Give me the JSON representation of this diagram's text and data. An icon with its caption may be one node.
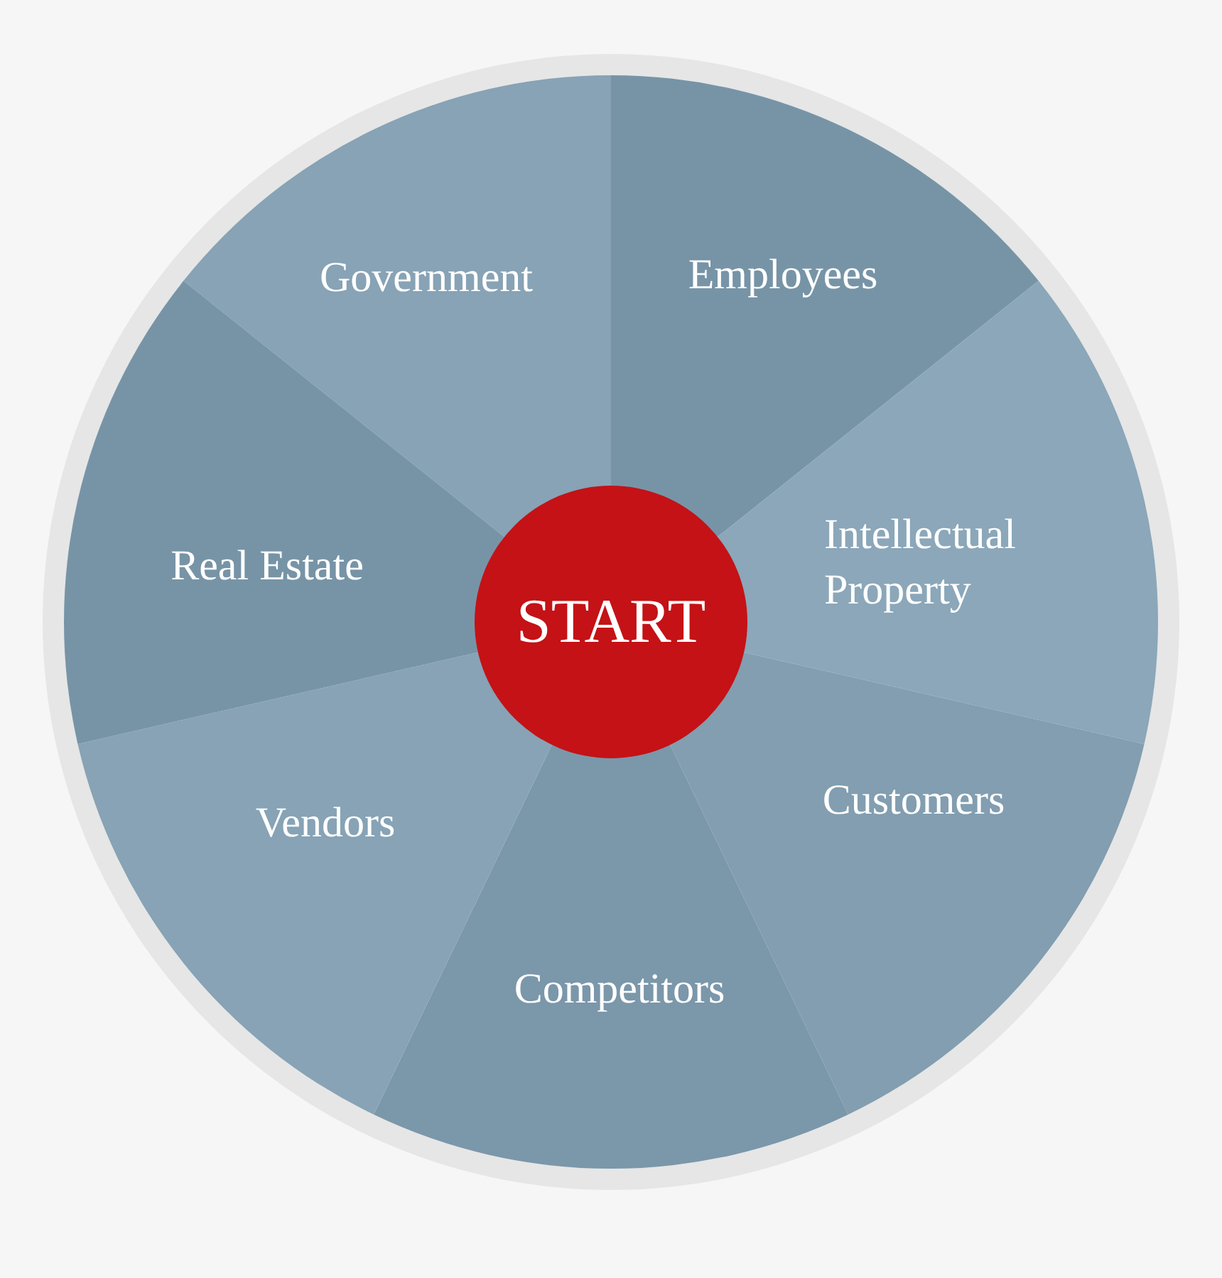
{
  "diagram": {
    "nodes": [
      {
        "text": [
          "Government"
        ]
      },
      {
        "text": [
          "Employees"
        ]
      },
      {
        "text": [
          "Intellectual Property"
        ]
      },
      {
        "text": [
          "Customers"
        ]
      },
      {
        "text": [
          "Competitors"
        ]
      },
      {
        "text": [
          "Vendors"
        ]
      },
      {
        "text": [
          "Real Estate"
        ]
      },
      {
        "text": [
          "START"
        ]
      }
    ]
  }
}
